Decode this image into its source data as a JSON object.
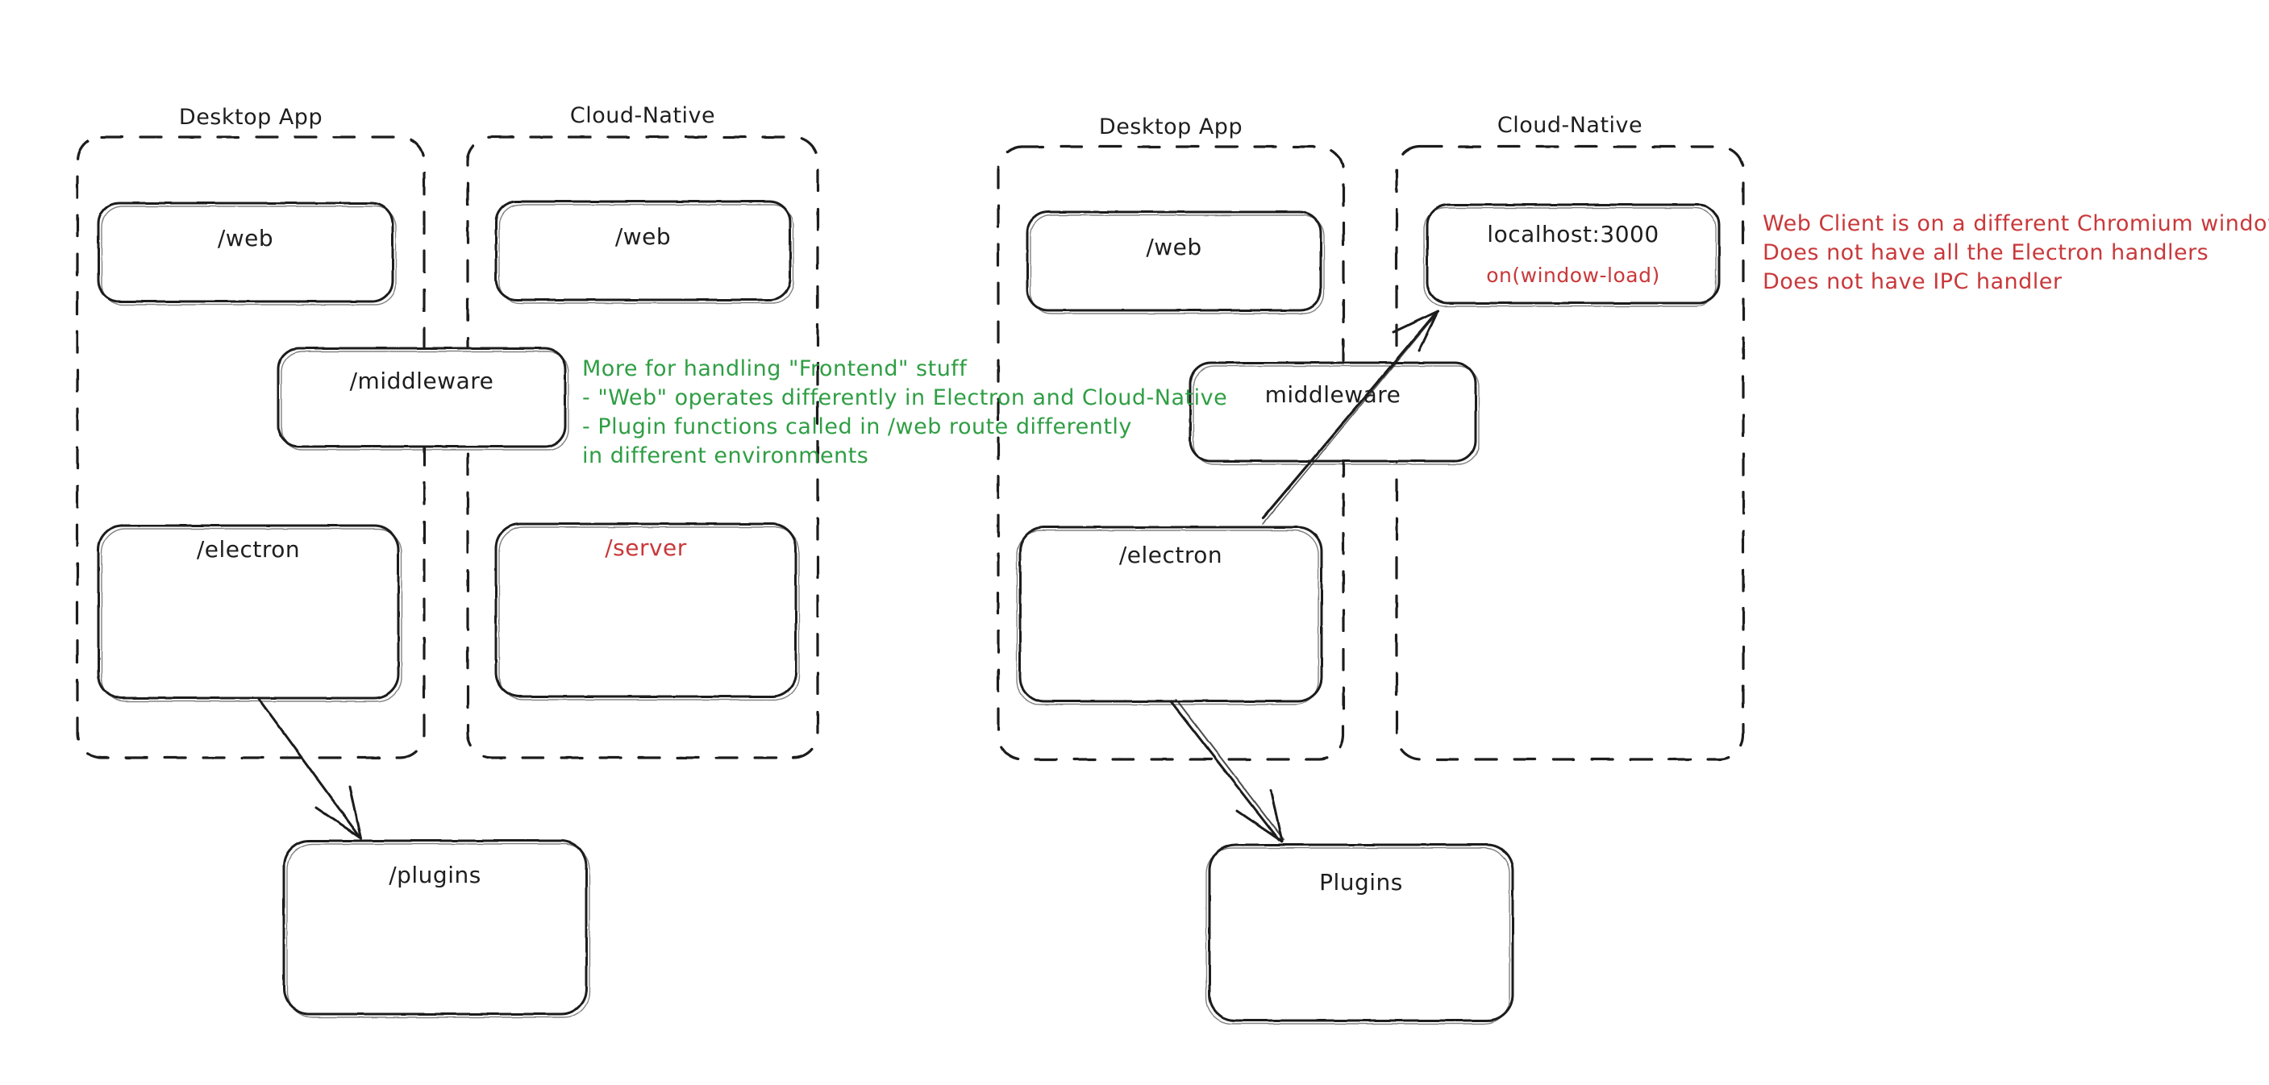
{
  "diagram": {
    "title_left_group_desktop": "Desktop App",
    "title_left_group_cloud": "Cloud-Native",
    "title_right_group_desktop": "Desktop App",
    "title_right_group_cloud": "Cloud-Native",
    "colors": {
      "stroke": "#1e1e1e",
      "green": "#2f9e44",
      "red": "#c9383a",
      "background": "#ffffff"
    },
    "left_panel": {
      "nodes": [
        {
          "id": "left-desktop-web",
          "label": "/web",
          "color": "#1e1e1e"
        },
        {
          "id": "left-cloud-web",
          "label": "/web",
          "color": "#1e1e1e"
        },
        {
          "id": "left-middleware",
          "label": "/middleware",
          "color": "#1e1e1e"
        },
        {
          "id": "left-electron",
          "label": "/electron",
          "color": "#1e1e1e"
        },
        {
          "id": "left-server",
          "label": "/server",
          "color": "#c9383a"
        },
        {
          "id": "left-plugins",
          "label": "/plugins",
          "color": "#1e1e1e"
        }
      ],
      "annotation_green": "More for handling \"Frontend\" stuff\n- \"Web\" operates differently in Electron and Cloud-Native\n- Plugin functions called in /web route differently\nin different environments"
    },
    "right_panel": {
      "nodes": [
        {
          "id": "right-desktop-web",
          "label": "/web",
          "color": "#1e1e1e"
        },
        {
          "id": "right-localhost",
          "label": "localhost:3000",
          "sublabel": "on(window-load)",
          "color": "#1e1e1e",
          "sublabel_color": "#c9383a"
        },
        {
          "id": "right-middleware",
          "label": "middleware",
          "color": "#1e1e1e"
        },
        {
          "id": "right-electron",
          "label": "/electron",
          "color": "#1e1e1e"
        },
        {
          "id": "right-plugins",
          "label": "Plugins",
          "color": "#1e1e1e"
        }
      ],
      "annotation_red": "Web Client is on a different Chromium window\nDoes not have all the Electron handlers\nDoes not have IPC handler"
    }
  }
}
